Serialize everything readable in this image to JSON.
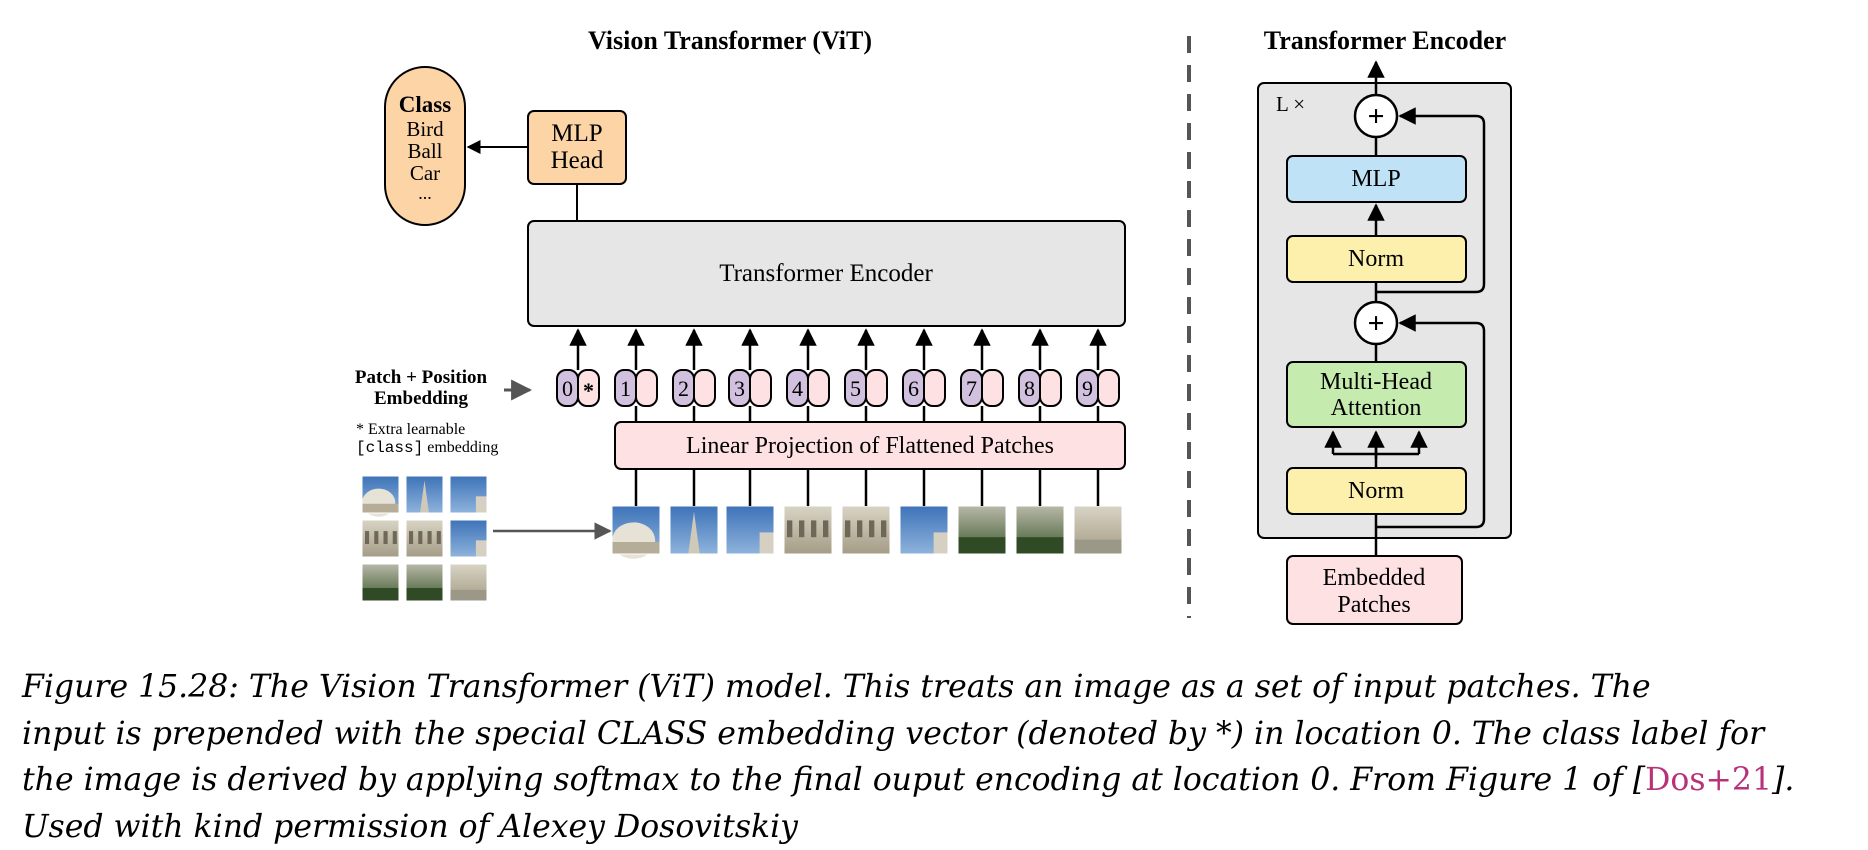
{
  "vit": {
    "title": "Vision Transformer (ViT)",
    "class_box": {
      "heading": "Class",
      "items": [
        "Bird",
        "Ball",
        "Car",
        "..."
      ]
    },
    "mlp_head": [
      "MLP",
      "Head"
    ],
    "encoder_label": "Transformer Encoder",
    "embedding_label": [
      "Patch + Position",
      "Embedding"
    ],
    "extra_note": {
      "prefix": "* Extra learnable",
      "code": "[class]",
      "suffix": " embedding"
    },
    "tokens": [
      "0",
      "1",
      "2",
      "3",
      "4",
      "5",
      "6",
      "7",
      "8",
      "9"
    ],
    "class_token_marker": "*",
    "linear_projection": "Linear Projection of Flattened Patches"
  },
  "encoder_detail": {
    "title": "Transformer Encoder",
    "repeat_label": "L ×",
    "mlp": "MLP",
    "norm_top": "Norm",
    "attention": [
      "Multi-Head",
      "Attention"
    ],
    "norm_bottom": "Norm",
    "input": [
      "Embedded",
      "Patches"
    ],
    "plus": "+"
  },
  "colors": {
    "class_fill": "#fdd4a6",
    "mlp_head_fill": "#fdd4a6",
    "encoder_fill": "#e6e6e6",
    "projection_fill": "#fde1e3",
    "position_fill": "#d1c1de",
    "patch_embed_fill": "#fde1e3",
    "mlp_fill": "#bfe2f6",
    "norm_fill": "#fdf0ac",
    "attention_fill": "#c5ebae",
    "input_fill": "#fde1e3",
    "cite_color": "#b8327a"
  },
  "caption": {
    "lines": [
      "Figure 15.28: The Vision Transformer (ViT) model. This treats an image as a set of input patches. The",
      "input is prepended with the special CLASS embedding vector (denoted by *) in location 0. The class label for",
      "the image is derived by applying softmax to the final ouput encoding at location 0. From Figure 1 of ["
    ],
    "citation": "Dos+21",
    "line3_end": "].",
    "line4": "Used with kind permission of Alexey Dosovitskiy"
  }
}
